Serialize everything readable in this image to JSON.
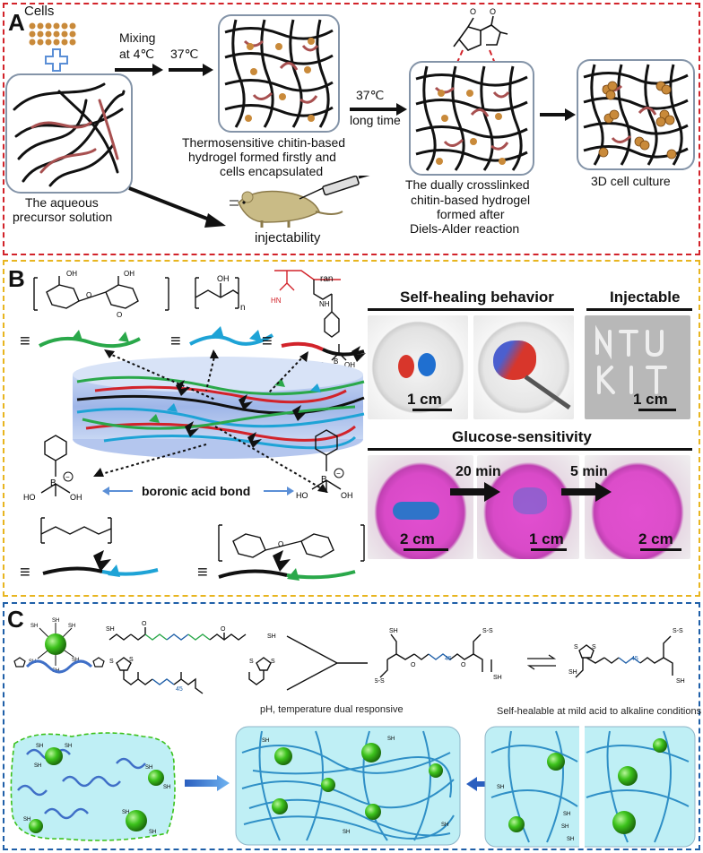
{
  "colors": {
    "panel_a_border": "#d2232a",
    "panel_b_border": "#e8b520",
    "panel_c_border": "#1f5fa8",
    "hydrogel_fill": "#bfeff5",
    "green_bead": "#3cc21c",
    "pink_dish": "#e24fd0"
  },
  "panel_a": {
    "letter": "A",
    "cells": "Cells",
    "mixing": "Mixing",
    "at4": "at 4℃",
    "t37a": "37℃",
    "t37b": "37℃",
    "long_time": "long time",
    "precursor_1": "The aqueous",
    "precursor_2": "precursor solution",
    "thermo_1": "Thermosensitive chitin-based",
    "thermo_2": "hydrogel formed firstly and",
    "thermo_3": "cells encapsulated",
    "dual_1": "The dually crosslinked",
    "dual_2": "chitin-based hydrogel",
    "dual_3": "formed after",
    "dual_4": "Diels-Alder reaction",
    "culture": "3D cell culture",
    "inject": "injectability"
  },
  "panel_b": {
    "letter": "B",
    "self_heal": "Self-healing behavior",
    "injectable": "Injectable",
    "glucose": "Glucose-sensitivity",
    "boronic": "boronic acid bond",
    "ran": "ran",
    "n": "n",
    "scales": [
      "1 cm",
      "1 cm",
      "2 cm",
      "1 cm",
      "2 cm"
    ],
    "t20": "20 min",
    "t5": "5 min",
    "equiv": "≡"
  },
  "panel_c": {
    "letter": "C",
    "ph_temp": "pH, temperature dual responsive",
    "self_healable": "Self-healable at mild acid to alkaline conditions",
    "sh": "SH",
    "peg45": "45"
  }
}
